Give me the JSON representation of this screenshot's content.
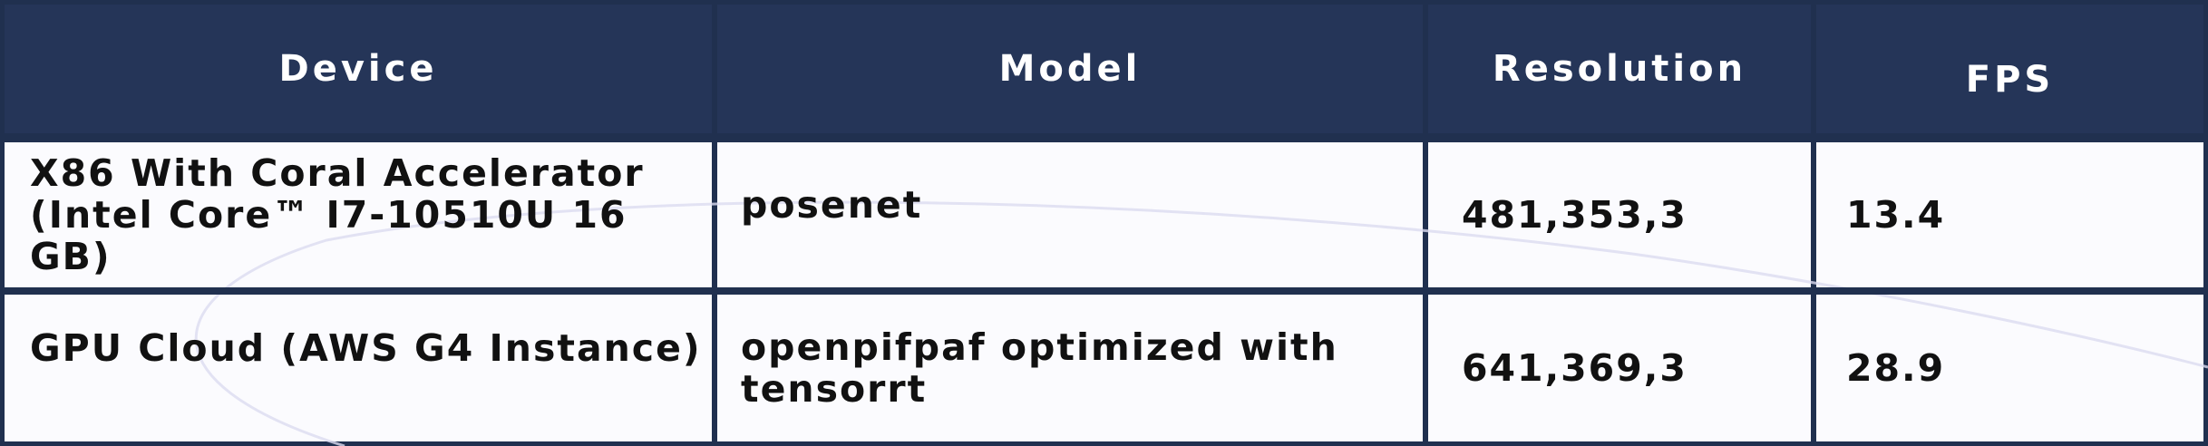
{
  "table": {
    "headers": {
      "device": "Device",
      "model": "Model",
      "resolution": "Resolution",
      "fps": "FPS"
    },
    "rows": [
      {
        "device_line1": "X86 With Coral Accelerator",
        "device_line2": "(Intel Core™ I7-10510U 16 GB)",
        "model_line1": "posenet",
        "model_line2": "",
        "resolution": "481,353,3",
        "fps": "13.4"
      },
      {
        "device_line1": "GPU Cloud (AWS G4 Instance)",
        "device_line2": "",
        "model_line1": "openpifpaf optimized with",
        "model_line2": "tensorrt",
        "resolution": "641,369,3",
        "fps": "28.9"
      }
    ]
  },
  "colors": {
    "header_bg": "#253558",
    "border": "#20304f",
    "cell_bg": "#fbfbfe",
    "text": "#111111",
    "header_text": "#ffffff"
  }
}
